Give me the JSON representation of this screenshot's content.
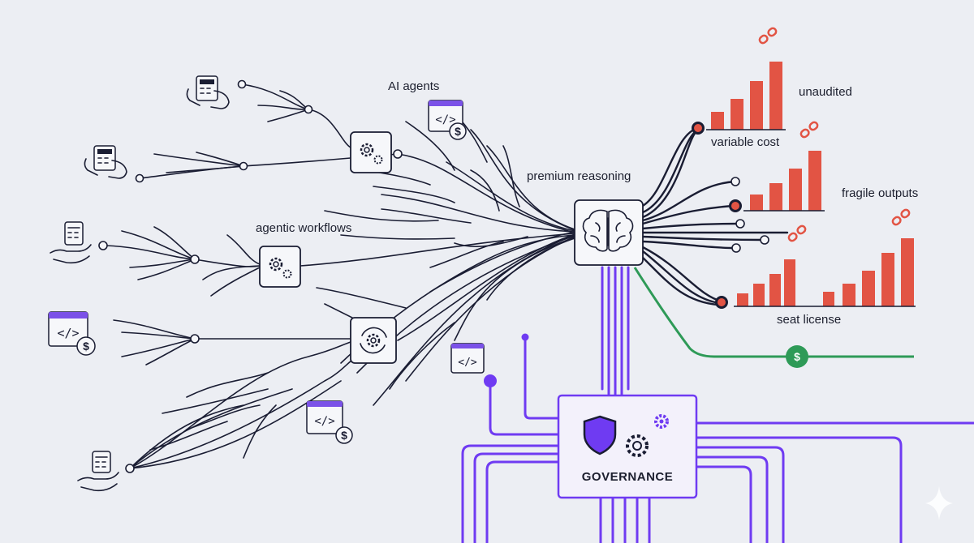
{
  "labels": {
    "ai_agents": "AI agents",
    "agentic_workflows": "agentic workflows",
    "premium_reasoning": "premium reasoning",
    "unaudited": "unaudited",
    "variable_cost": "variable cost",
    "fragile_outputs": "fragile outputs",
    "seat_license": "seat license",
    "governance": "GOVERNANCE",
    "dollar_sign": "$"
  },
  "icons": [
    "calculator-hand-icon",
    "code-window-icon",
    "dollar-coin-icon",
    "gear-icon",
    "refresh-gear-icon",
    "brain-icon",
    "shield-icon",
    "broken-link-icon",
    "sparkle-icon"
  ],
  "colors": {
    "background": "#eceef3",
    "ink": "#1a1d33",
    "governance_purple": "#6f3bf2",
    "cost_red": "#e25444",
    "license_green": "#2e9a57"
  }
}
